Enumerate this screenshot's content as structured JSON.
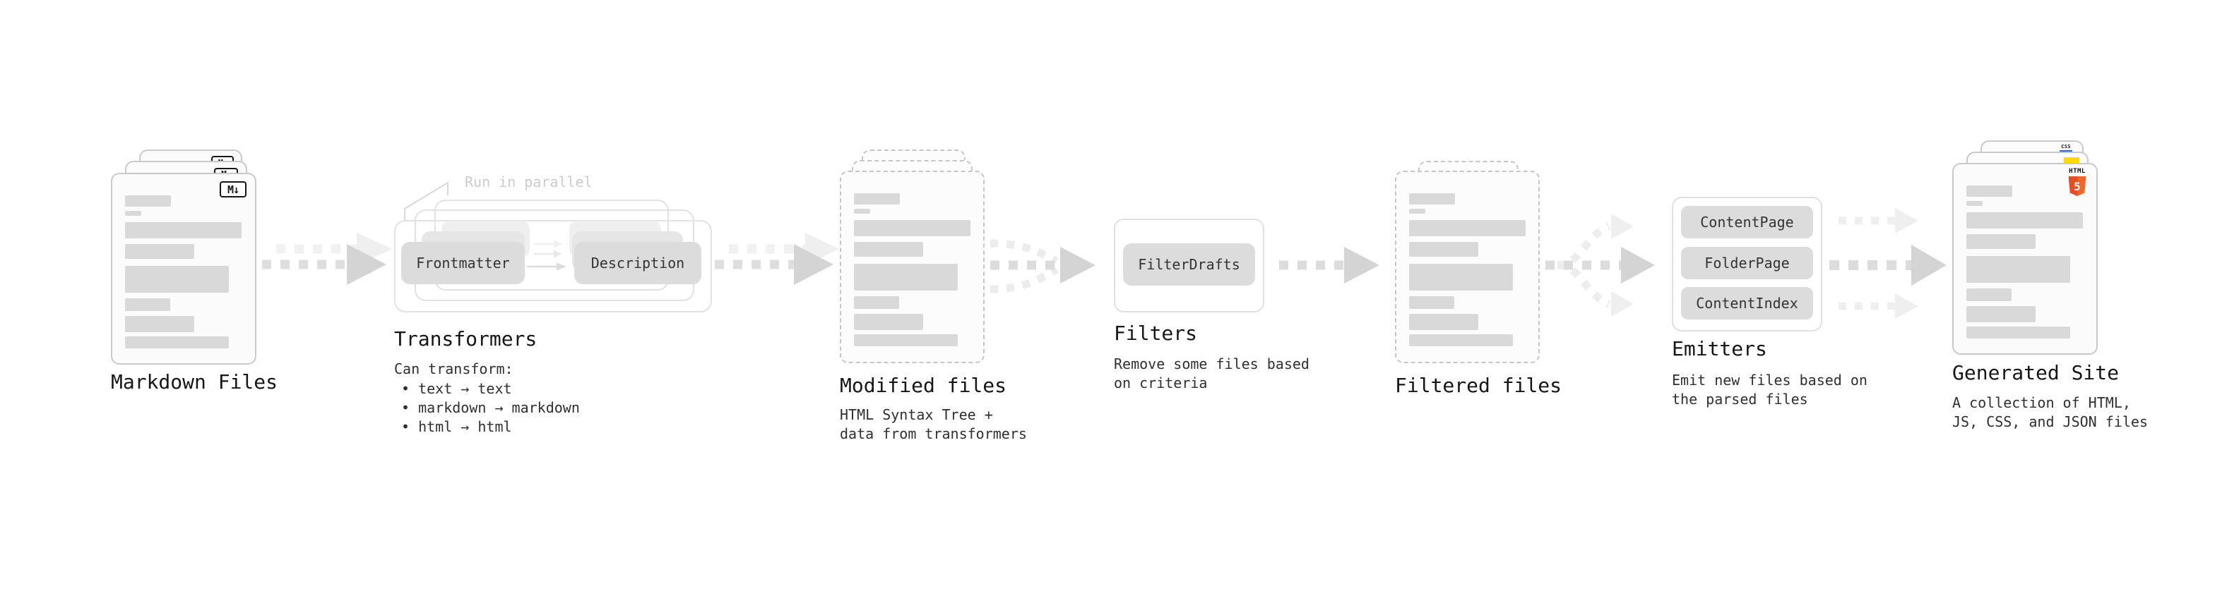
{
  "markdown_files": {
    "label": "Markdown Files",
    "badge": "M↓"
  },
  "transformers": {
    "title": "Transformers",
    "parallel_note": "Run in parallel",
    "pill_left": "Frontmatter",
    "pill_right": "Description",
    "subtitle": "Can transform:",
    "bullets": [
      "• text → text",
      "• markdown → markdown",
      "• html → html"
    ]
  },
  "modified_files": {
    "title": "Modified files",
    "subtitle_line1": "HTML Syntax Tree +",
    "subtitle_line2": "data from transformers"
  },
  "filters": {
    "title": "Filters",
    "pill": "FilterDrafts",
    "subtitle_line1": "Remove some files based",
    "subtitle_line2": "on criteria"
  },
  "filtered_files": {
    "title": "Filtered files"
  },
  "emitters": {
    "title": "Emitters",
    "pills": [
      "ContentPage",
      "FolderPage",
      "ContentIndex"
    ],
    "subtitle_line1": "Emit new files based on",
    "subtitle_line2": "the parsed files"
  },
  "generated_site": {
    "title": "Generated Site",
    "subtitle_line1": "A collection of HTML,",
    "subtitle_line2": "JS, CSS, and JSON files",
    "html5_badge_label": "HTML",
    "html5_badge_number": "5",
    "css_badge_label": "CSS"
  },
  "colors": {
    "doc_border": "#c9c9c9",
    "skeleton_bar": "#d9d9d9",
    "pill_fill": "#dcdcdc",
    "arrow_dash": "#dcdcdc",
    "arrow_head": "#d4d4d4",
    "note_gray": "#cbcbcb",
    "html5_orange": "#e44d26",
    "js_yellow": "#ffd900",
    "css_blue": "#2d63ea"
  }
}
